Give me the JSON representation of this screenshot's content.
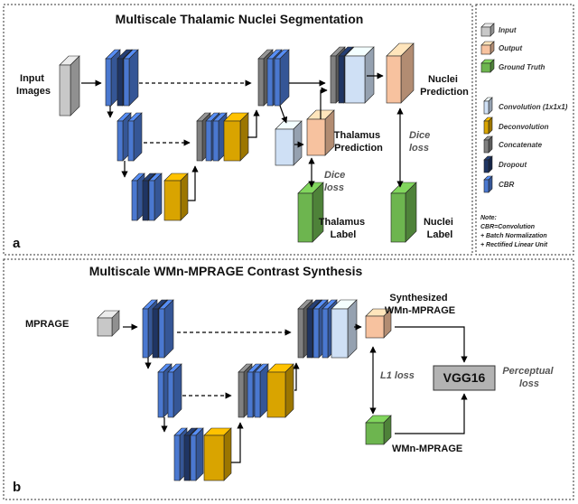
{
  "panel_a": {
    "title": "Multiscale Thalamic Nuclei Segmentation",
    "letter": "a",
    "input_label": [
      "Input",
      "Images"
    ],
    "nuclei_prediction": [
      "Nuclei",
      "Prediction"
    ],
    "thalamus_prediction": [
      "Thalamus",
      "Prediction"
    ],
    "dice_loss_1": [
      "Dice",
      "loss"
    ],
    "dice_loss_2": [
      "Dice",
      "loss"
    ],
    "thalamus_label": [
      "Thalamus",
      "Label"
    ],
    "nuclei_label": [
      "Nuclei",
      "Label"
    ]
  },
  "panel_b": {
    "title": "Multiscale WMn-MPRAGE Contrast Synthesis",
    "letter": "b",
    "input_label": "MPRAGE",
    "synth_label": [
      "Synthesized",
      "WMn-MPRAGE"
    ],
    "l1_loss": "L1 loss",
    "vgg": "VGG16",
    "perceptual_loss": [
      "Perceptual",
      "loss"
    ],
    "target_label": "WMn-MPRAGE"
  },
  "legend": {
    "items": [
      {
        "label": "Input",
        "color": "#c8c8c8"
      },
      {
        "label": "Output",
        "color": "#f7c29f"
      },
      {
        "label": "Ground Truth",
        "color": "#6db54f"
      },
      {
        "label": "Convolution (1x1x1)",
        "color": "#cfe0f5"
      },
      {
        "label": "Deconvolution",
        "color": "#d9a400"
      },
      {
        "label": "Concatenate",
        "color": "#808080"
      },
      {
        "label": "Dropout",
        "color": "#1f3563"
      },
      {
        "label": "CBR",
        "color": "#4a78d0"
      }
    ],
    "note": [
      "Note:",
      "CBR=Convolution",
      "+ Batch Normalization",
      "+ Rectified Linear Unit"
    ]
  },
  "colors": {
    "input": "#c8c8c8",
    "output": "#f7c29f",
    "ground_truth": "#6db54f",
    "conv1x1": "#cfe0f5",
    "deconv": "#d9a400",
    "concat": "#808080",
    "dropout": "#1f3563",
    "cbr": "#4a78d0"
  }
}
